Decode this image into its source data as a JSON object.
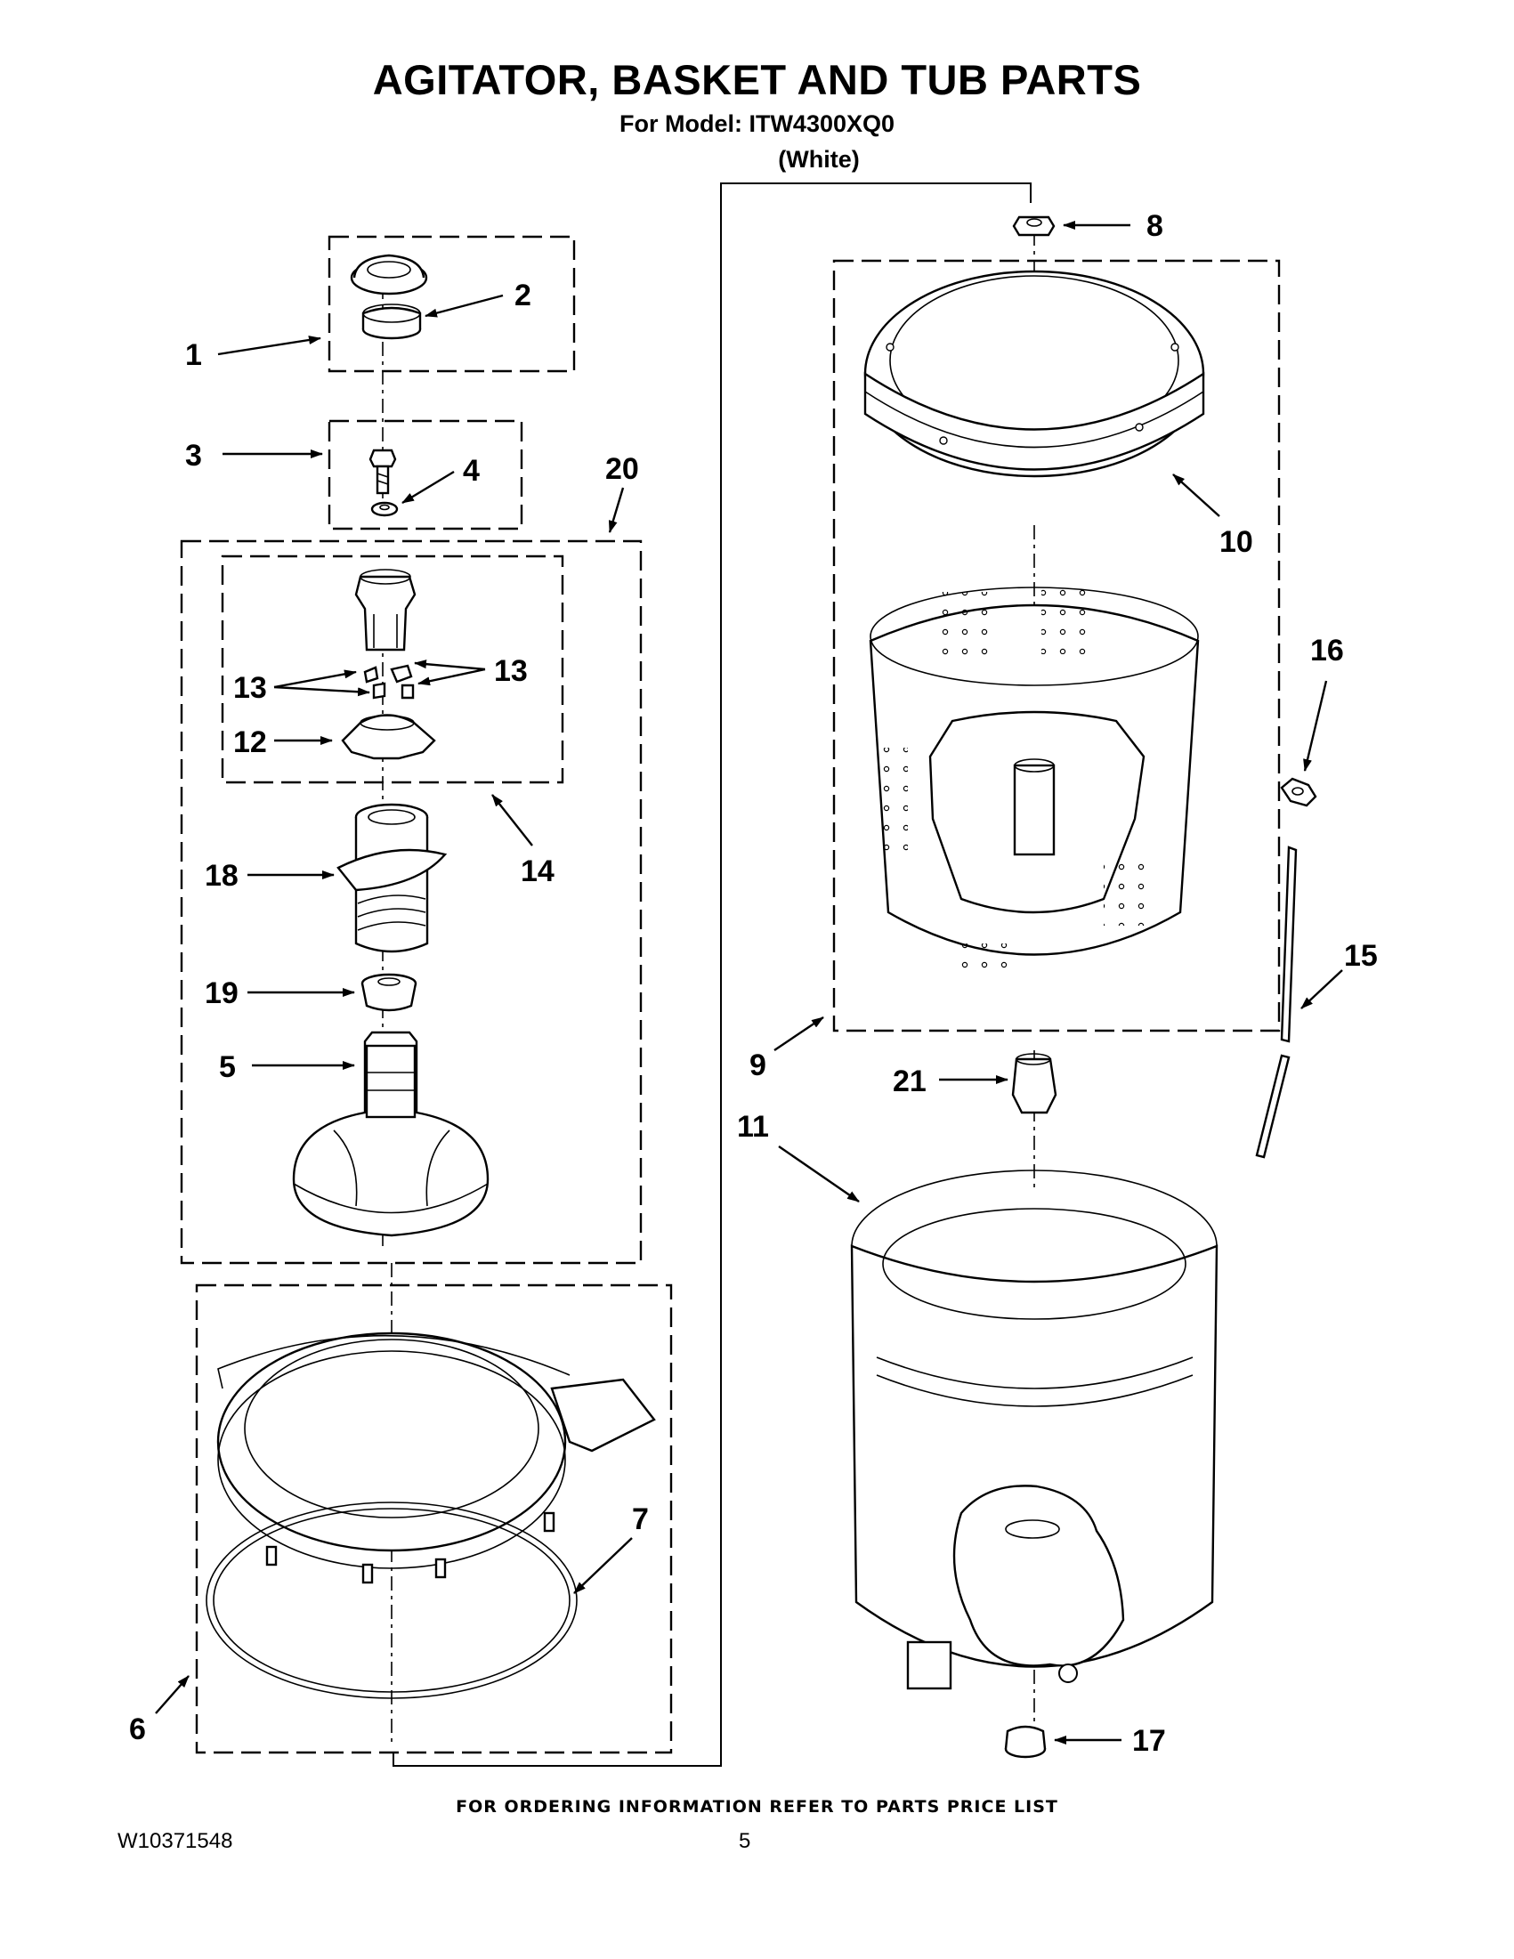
{
  "title": "AGITATOR, BASKET AND TUB PARTS",
  "model_line": "For Model: ITW4300XQ0",
  "color_line": "(White)",
  "footer_note": "FOR ORDERING INFORMATION REFER TO PARTS PRICE LIST",
  "doc_number": "W10371548",
  "page_number": "5",
  "callouts": {
    "c1": "1",
    "c2": "2",
    "c3": "3",
    "c4": "4",
    "c5": "5",
    "c6": "6",
    "c7": "7",
    "c8": "8",
    "c9": "9",
    "c10": "10",
    "c11": "11",
    "c12": "12",
    "c13a": "13",
    "c13b": "13",
    "c14": "14",
    "c15": "15",
    "c16": "16",
    "c17": "17",
    "c18": "18",
    "c19": "19",
    "c20": "20",
    "c21": "21"
  }
}
